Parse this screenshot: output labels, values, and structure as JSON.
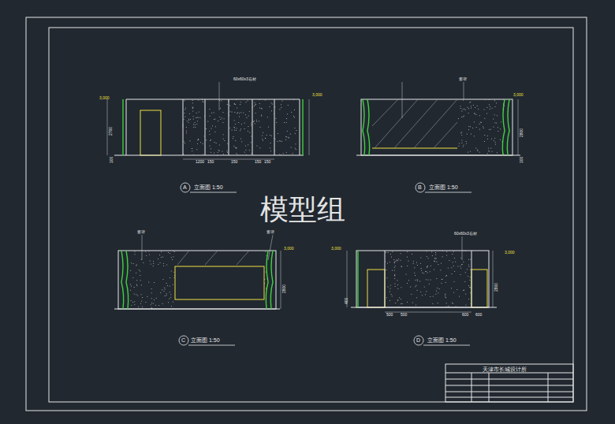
{
  "diagram": {
    "labels": [
      "模型组",
      "A",
      "立面图 1:50",
      "B",
      "立面图 1:50",
      "C",
      "立面图 1:50",
      "D",
      "立面图 1:50",
      "3,000",
      "3,000",
      "2700",
      "100",
      "1200",
      "150",
      "150",
      "150",
      "150",
      "3,000",
      "2800",
      "100",
      "3,000",
      "2800",
      "3,000",
      "3,000",
      "2800",
      "400",
      "500",
      "500",
      "600",
      "600",
      "天津市长城设计所",
      "窗帘",
      "窗帘",
      "窗帘",
      "60x60x3石材",
      "60x60x3石材"
    ]
  }
}
